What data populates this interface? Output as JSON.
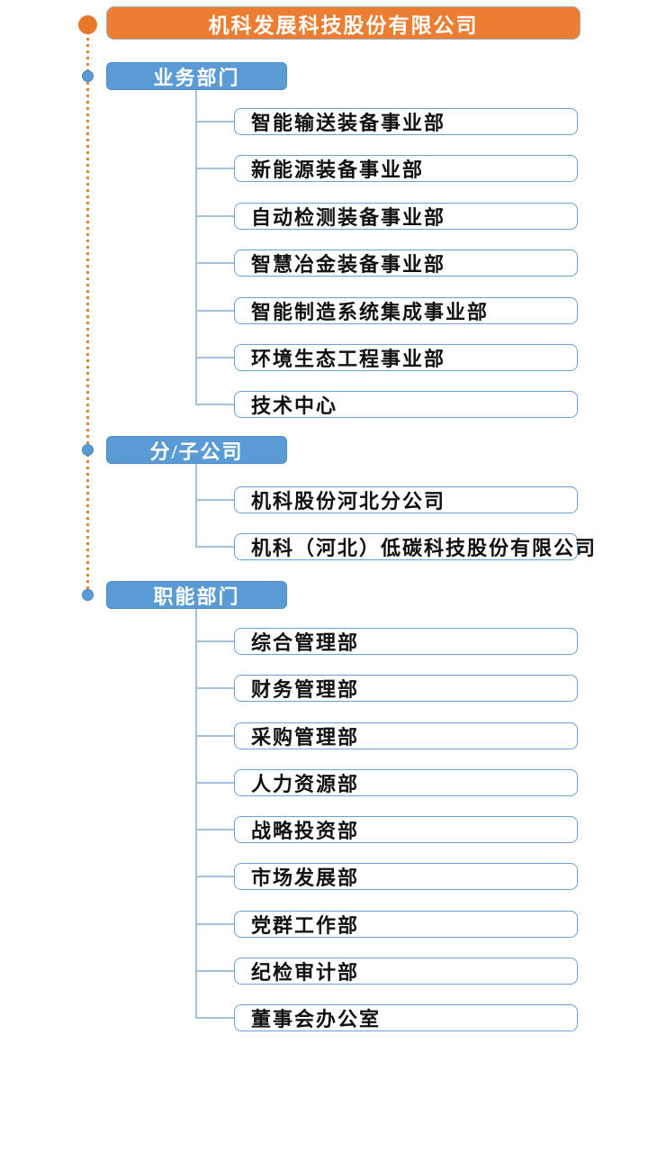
{
  "colors": {
    "accent_orange": "#ED7D31",
    "accent_blue": "#5B9BD5",
    "child_box_border": "#6FA0D0",
    "connector_line": "#A6C1DD",
    "child_text": "#111111",
    "header_text": "#FFFFFF"
  },
  "root": {
    "label": "机科发展科技股份有限公司"
  },
  "sections": [
    {
      "label": "业务部门",
      "children": [
        "智能输送装备事业部",
        "新能源装备事业部",
        "自动检测装备事业部",
        "智慧冶金装备事业部",
        "智能制造系统集成事业部",
        "环境生态工程事业部",
        "技术中心"
      ]
    },
    {
      "label": "分/子公司",
      "children": [
        "机科股份河北分公司",
        "机科（河北）低碳科技股份有限公司"
      ]
    },
    {
      "label": "职能部门",
      "children": [
        "综合管理部",
        "财务管理部",
        "采购管理部",
        "人力资源部",
        "战略投资部",
        "市场发展部",
        "党群工作部",
        "纪检审计部",
        "董事会办公室"
      ]
    }
  ]
}
